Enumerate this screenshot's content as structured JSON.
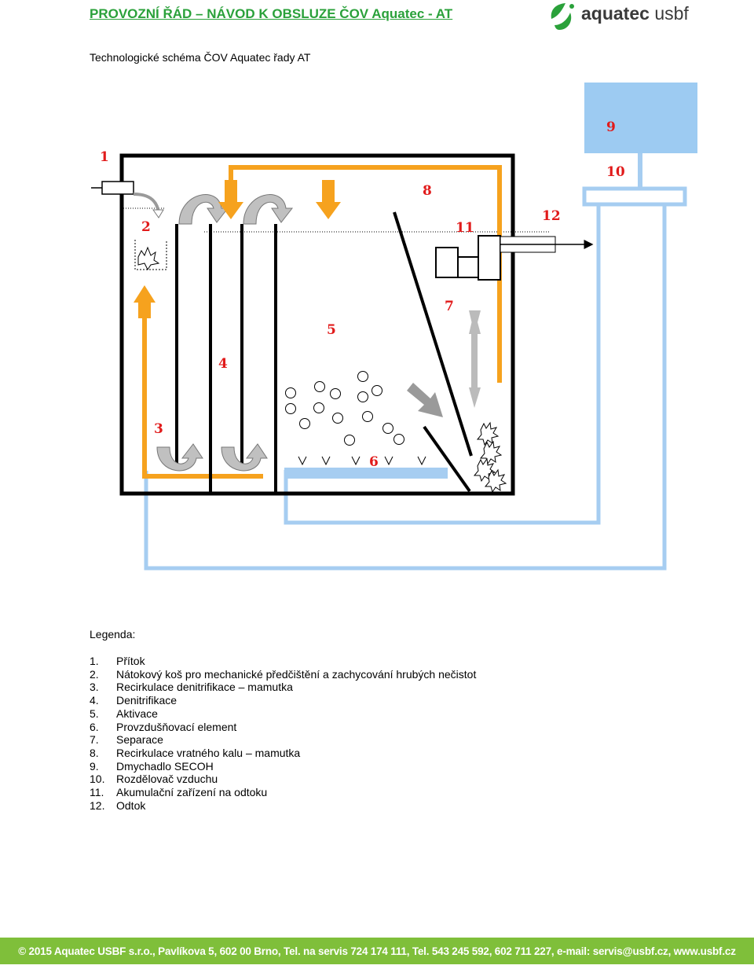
{
  "header": {
    "title": "PROVOZNÍ ŘÁD – NÁVOD K OBSLUZE ČOV Aquatec - AT",
    "logo_text_bold": "aquatec",
    "logo_text_light": "usbf",
    "logo_icon": "leaf-drops-icon"
  },
  "subtitle": "Technologické schéma ČOV Aquatec řady AT",
  "diagram": {
    "labels": [
      "1",
      "2",
      "3",
      "4",
      "5",
      "6",
      "7",
      "8",
      "9",
      "10",
      "11",
      "12"
    ],
    "colors": {
      "flow_orange": "#f6a21e",
      "air_blue": "#a6cdf1",
      "blower_blue": "#9dcbf2",
      "label_red": "#e11b1b",
      "arrow_gray": "#a8a8a8"
    }
  },
  "legend": {
    "title": "Legenda:",
    "items": [
      {
        "n": "1.",
        "text": "Přítok"
      },
      {
        "n": "2.",
        "text": "Nátokový koš pro mechanické předčištění a zachycování hrubých nečistot"
      },
      {
        "n": "3.",
        "text": "Recirkulace denitrifikace – mamutka"
      },
      {
        "n": "4.",
        "text": "Denitrifikace"
      },
      {
        "n": "5.",
        "text": "Aktivace"
      },
      {
        "n": "6.",
        "text": "Provzdušňovací element"
      },
      {
        "n": "7.",
        "text": "Separace"
      },
      {
        "n": "8.",
        "text": "Recirkulace vratného kalu – mamutka"
      },
      {
        "n": "9.",
        "text": "Dmychadlo SECOH"
      },
      {
        "n": "10.",
        "text": "Rozdělovač vzduchu"
      },
      {
        "n": "11.",
        "text": "Akumulační zařízení na odtoku"
      },
      {
        "n": "12.",
        "text": "Odtok"
      }
    ]
  },
  "footer": {
    "text": "© 2015 Aquatec USBF s.r.o., Pavlíkova 5, 602 00 Brno, Tel. na servis 724 174 111, Tel. 543 245 592, 602 711 227, e-mail: servis@usbf.cz, www.usbf.cz"
  }
}
